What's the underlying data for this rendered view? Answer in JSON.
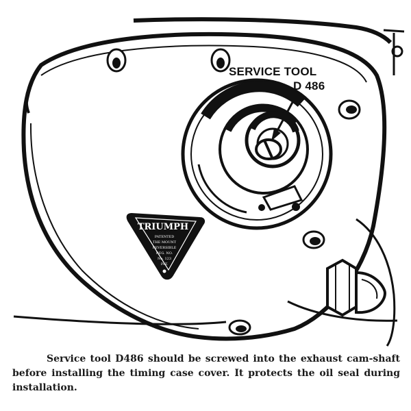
{
  "callout": {
    "line1": "SERVICE TOOL",
    "line2": "D 486"
  },
  "nameplate": {
    "brand": "TRIUMPH",
    "small_lines": [
      "PATENTED",
      "THE MOUNT",
      "REVERSIBLE",
      "REG. NO.",
      "No. 123",
      "PAT."
    ]
  },
  "caption": "Service tool D486 should be screwed into the exhaust cam-shaft before installing the timing case cover. It protects the oil seal during installation.",
  "colors": {
    "ink": "#111111",
    "paper": "#ffffff"
  }
}
